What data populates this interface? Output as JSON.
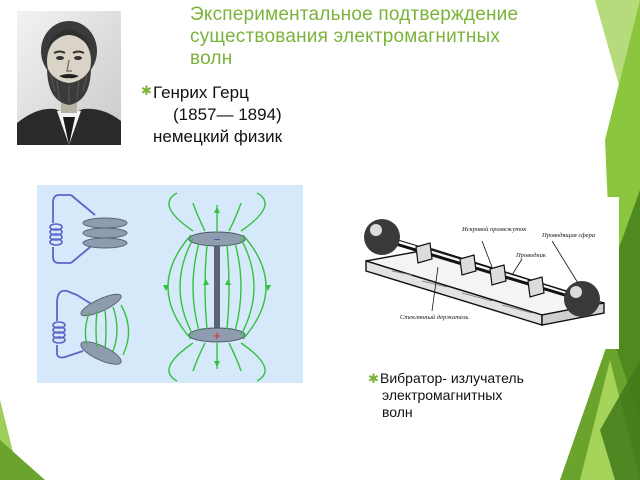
{
  "slide": {
    "title_lines": [
      "Экспериментальное подтверждение",
      "существования  электромагнитных",
      "волн"
    ],
    "colors": {
      "accent": "#7bb33a",
      "dark_green": "#3f7a1a",
      "text": "#111111",
      "figure_bg": "#d6e9fa",
      "field_line": "#35c13f"
    }
  },
  "bullets": [
    {
      "lines": [
        "Генрих Герц",
        "(1857— 1894)",
        "немецкий физик"
      ]
    },
    {
      "lines": [
        "Вибратор- излучатель",
        "электромагнитных",
        "волн"
      ]
    }
  ],
  "figures": {
    "field_diagram": {
      "plus_sign": "+",
      "minus_sign": "−"
    },
    "vibrator_labels": [
      "Искровой промежуток",
      "Проводящая сфера",
      "Проводник",
      "Стеклянный держатель"
    ]
  },
  "icons": {
    "bullet": "bullet-icon"
  }
}
